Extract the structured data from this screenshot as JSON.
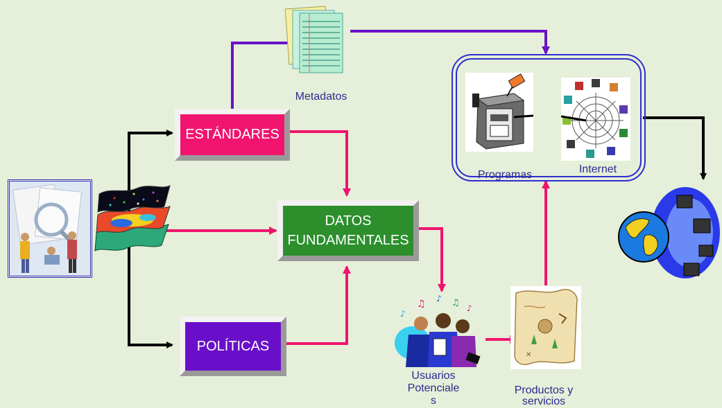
{
  "diagram": {
    "boxes": {
      "estandares": "ESTÁNDARES",
      "datos_line1": "DATOS",
      "datos_line2": "FUNDAMENTALES",
      "politicas": "POLÍTICAS"
    },
    "labels": {
      "metadatos": "Metadatos",
      "programas": "Programas",
      "internet": "Internet",
      "usuarios_1": "Usuarios",
      "usuarios_2": "Potenciale",
      "usuarios_3": "s",
      "productos_1": "Productos y",
      "productos_2": "servicios"
    },
    "colors": {
      "background": "#e6efd9",
      "estandares": "#f0146e",
      "datos": "#2c8f2c",
      "politicas": "#6a0fc9",
      "pink_arrow": "#f0146e",
      "purple_arrow": "#6a12c8",
      "black_arrow": "#000000"
    },
    "icons": [
      "map-layers-icon",
      "people-reading-clipart-icon",
      "notepad-icon",
      "server-icon",
      "network-web-icon",
      "globe-network-icon",
      "business-people-icon",
      "treasure-map-icon"
    ]
  }
}
